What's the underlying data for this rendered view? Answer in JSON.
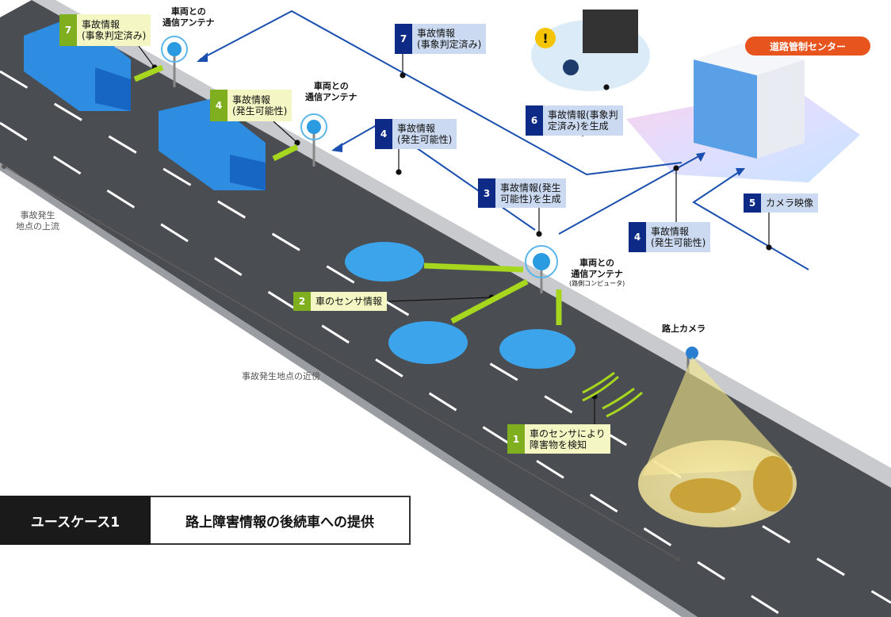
{
  "callouts": [
    {
      "num": "7",
      "text": "事故情報\n(事象判定済み)",
      "style": "green"
    },
    {
      "num": "4",
      "text": "事故情報\n(発生可能性)",
      "style": "green"
    },
    {
      "num": "7",
      "text": "事故情報\n(事象判定済み)",
      "style": "blue"
    },
    {
      "num": "4",
      "text": "事故情報\n(発生可能性)",
      "style": "blue"
    },
    {
      "num": "6",
      "text": "事故情報(事象判\n定済み)を生成",
      "style": "blue"
    },
    {
      "num": "3",
      "text": "事故情報(発生\n可能性)を生成",
      "style": "blue"
    },
    {
      "num": "4",
      "text": "事故情報\n(発生可能性)",
      "style": "blue"
    },
    {
      "num": "5",
      "text": "カメラ映像",
      "style": "blue"
    },
    {
      "num": "2",
      "text": "車のセンサ情報",
      "style": "green"
    },
    {
      "num": "1",
      "text": "車のセンサにより\n障害物を検知",
      "style": "green"
    }
  ],
  "antennas": [
    {
      "label": "車両との\n通信アンテナ"
    },
    {
      "label": "車両との\n通信アンテナ"
    },
    {
      "label": "車両との\n通信アンテナ",
      "sub": "(路側コンピュータ)"
    }
  ],
  "camera_label": "路上カメラ",
  "control_center": "道路管制センター",
  "zones": {
    "upstream": "事故発生\n地点の上流",
    "near": "事故発生地点の近傍"
  },
  "banner": {
    "left": "ユースケース1",
    "right": "路上障害情報の後続車への提供"
  },
  "colors": {
    "line_blue": "#1a4fb0",
    "accent_green": "#a6d61e",
    "orange": "#e8541e",
    "road": "#4a4d52"
  }
}
